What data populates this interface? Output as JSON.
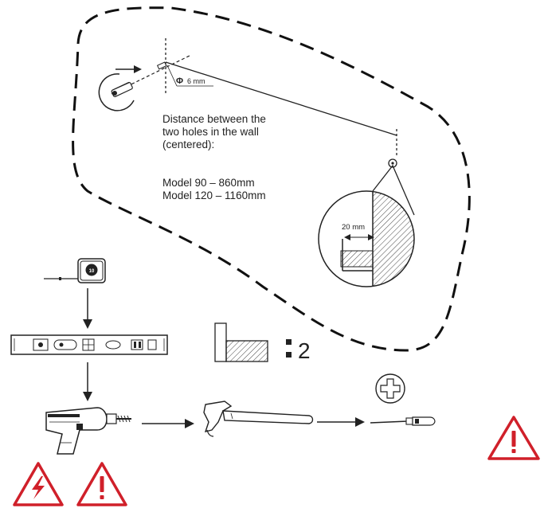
{
  "hole": {
    "symbol": "Φ",
    "diameter": "6 mm"
  },
  "distance_note": {
    "lines": [
      "Distance between the",
      "two holes in the wall",
      "(centered):"
    ]
  },
  "models": [
    "Model 90 – 860mm",
    "Model 120 – 1160mm"
  ],
  "wall_gap": "20 mm",
  "tape_measure": {
    "number": "10"
  },
  "bracket": {
    "quantity": "2"
  },
  "colors": {
    "line": "#222222",
    "warning_red": "#d0202a",
    "hatch": "#444444"
  },
  "icons": [
    "tape-measure-icon",
    "spirit-level-icon",
    "drill-icon",
    "hammer-icon",
    "screwdriver-icon",
    "phillips-head-icon",
    "bracket-icon",
    "electric-warning-icon",
    "warning-icon"
  ]
}
